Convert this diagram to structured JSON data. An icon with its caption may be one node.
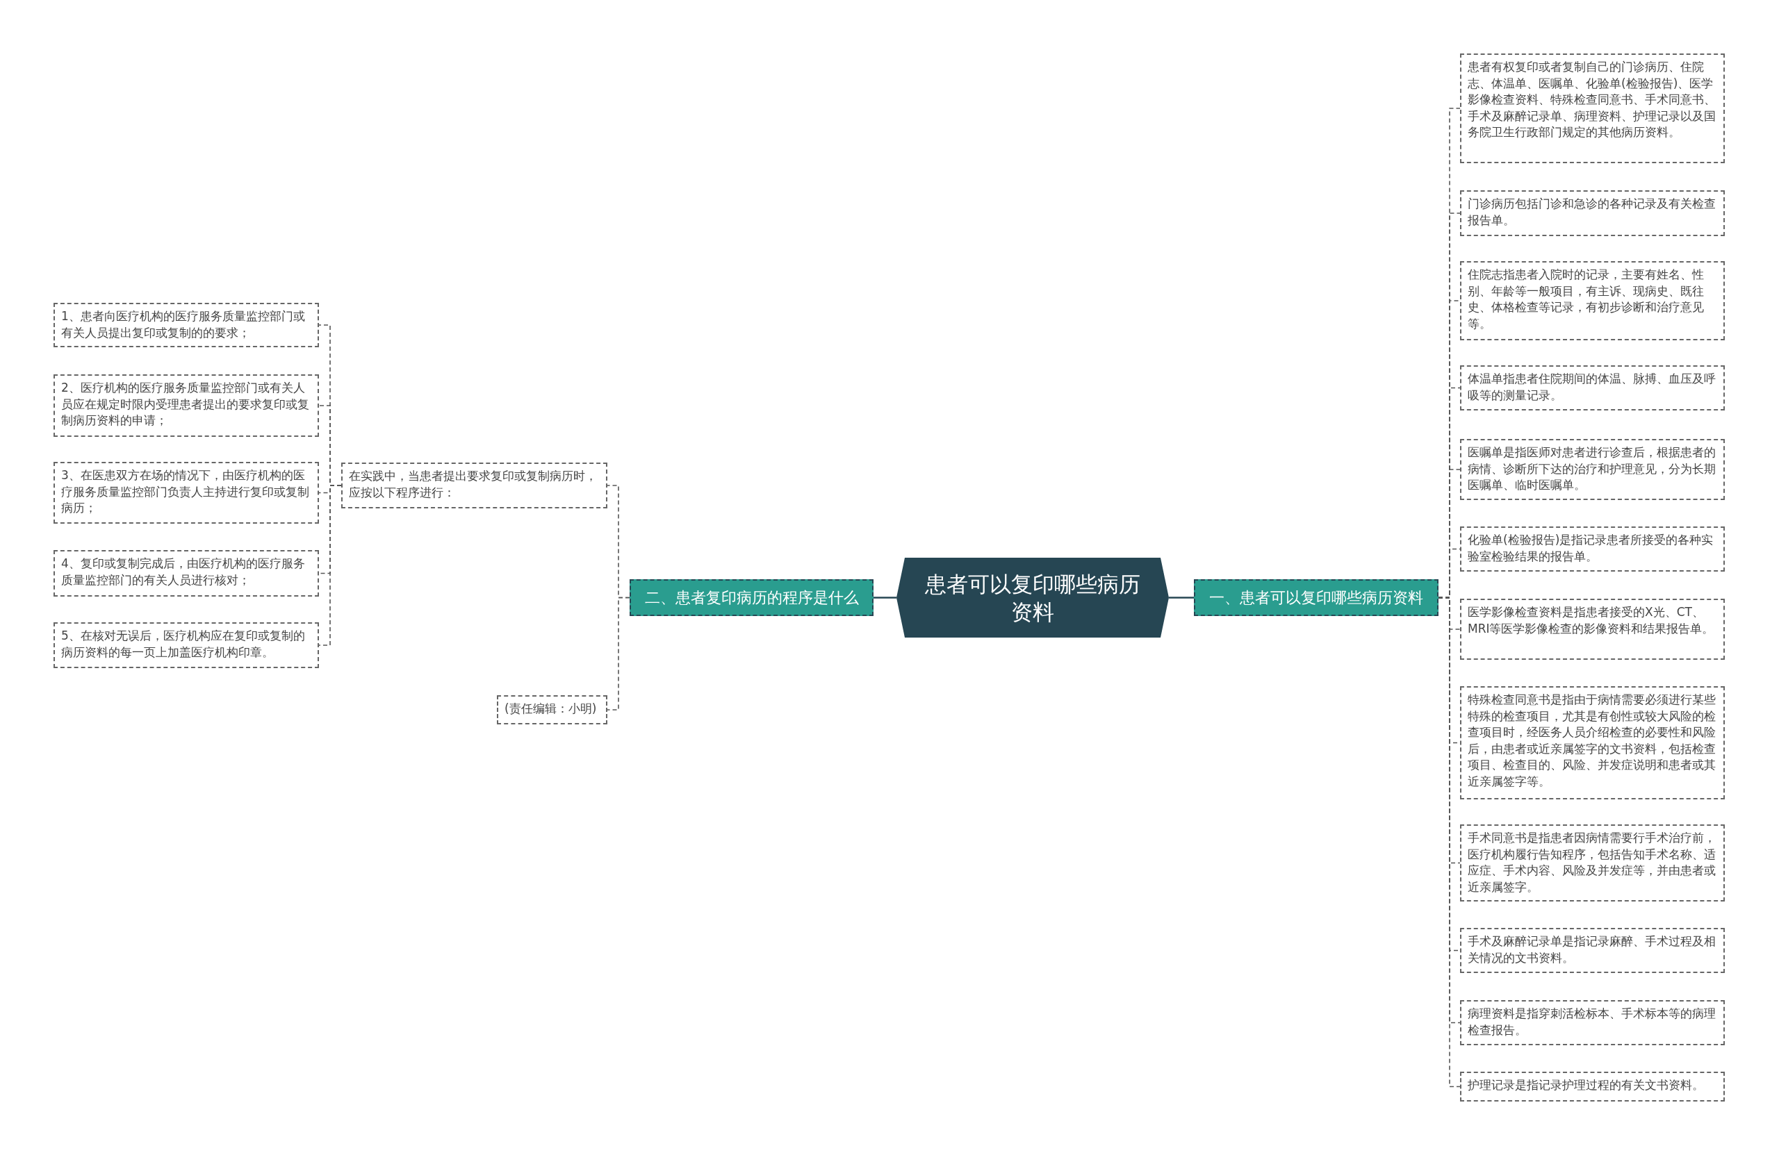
{
  "diagram": {
    "nodes": [
      {
        "text": [
          "患者可以复印哪些病历资料"
        ]
      },
      {
        "text": [
          "一、患者可以复印哪些病历资料"
        ]
      },
      {
        "text": [
          "患者有权复印或者复制自己的门诊病历、住院志、体温单、医嘱单、化验单(检验报告)、医学影像检查资料、特殊检查同意书、手术同意书、手术及麻醉记录单、病理资料、护理记录以及国务院卫生行政部门规定的其他病历资料。"
        ]
      },
      {
        "text": [
          "门诊病历包括门诊和急诊的各种记录及有关检查报告单。"
        ]
      },
      {
        "text": [
          "住院志指患者入院时的记录，主要有姓名、性别、年龄等一般项目，有主诉、现病史、既往史、体格检查等记录，有初步诊断和治疗意见等。"
        ]
      },
      {
        "text": [
          "体温单指患者住院期间的体温、脉搏、血压及呼吸等的测量记录。"
        ]
      },
      {
        "text": [
          "医嘱单是指医师对患者进行诊查后，根据患者的病情、诊断所下达的治疗和护理意见，分为长期医嘱单、临时医嘱单。"
        ]
      },
      {
        "text": [
          "化验单(检验报告)是指记录患者所接受的各种实验室检验结果的报告单。"
        ]
      },
      {
        "text": [
          "医学影像检查资料是指患者接受的X光、CT、MRI等医学影像检查的影像资料和结果报告单。"
        ]
      },
      {
        "text": [
          "特殊检查同意书是指由于病情需要必须进行某些特殊的检查项目，尤其是有创性或较大风险的检查项目时，经医务人员介绍检查的必要性和风险后，由患者或近亲属签字的文书资料，包括检查项目、检查目的、风险、并发症说明和患者或其近亲属签字等。"
        ]
      },
      {
        "text": [
          "手术同意书是指患者因病情需要行手术治疗前，医疗机构履行告知程序，包括告知手术名称、适应症、手术内容、风险及并发症等，并由患者或近亲属签字。"
        ]
      },
      {
        "text": [
          "手术及麻醉记录单是指记录麻醉、手术过程及相关情况的文书资料。"
        ]
      },
      {
        "text": [
          "病理资料是指穿刺活检标本、手术标本等的病理检查报告。"
        ]
      },
      {
        "text": [
          "护理记录是指记录护理过程的有关文书资料。"
        ]
      },
      {
        "text": [
          "二、患者复印病历的程序是什么"
        ]
      },
      {
        "text": [
          "在实践中，当患者提出要求复印或复制病历时，应按以下程序进行："
        ]
      },
      {
        "text": [
          "1、患者向医疗机构的医疗服务质量监控部门或有关人员提出复印或复制的的要求；"
        ]
      },
      {
        "text": [
          "2、医疗机构的医疗服务质量监控部门或有关人员应在规定时限内受理患者提出的要求复印或复制病历资料的申请；"
        ]
      },
      {
        "text": [
          "3、在医患双方在场的情况下，由医疗机构的医疗服务质量监控部门负责人主持进行复印或复制病历；"
        ]
      },
      {
        "text": [
          "4、复印或复制完成后，由医疗机构的医疗服务质量监控部门的有关人员进行核对；"
        ]
      },
      {
        "text": [
          "5、在核对无误后，医疗机构应在复印或复制的病历资料的每一页上加盖医疗机构印章。"
        ]
      },
      {
        "text": [
          "(责任编辑：小明)"
        ]
      }
    ],
    "edges": [
      {
        "from": 0,
        "to": 1,
        "arrow": "none"
      },
      {
        "from": 1,
        "to": 2,
        "arrow": "none",
        "style": "dashed"
      },
      {
        "from": 1,
        "to": 3,
        "arrow": "none",
        "style": "dashed"
      },
      {
        "from": 1,
        "to": 4,
        "arrow": "none",
        "style": "dashed"
      },
      {
        "from": 1,
        "to": 5,
        "arrow": "none",
        "style": "dashed"
      },
      {
        "from": 1,
        "to": 6,
        "arrow": "none",
        "style": "dashed"
      },
      {
        "from": 1,
        "to": 7,
        "arrow": "none",
        "style": "dashed"
      },
      {
        "from": 1,
        "to": 8,
        "arrow": "none",
        "style": "dashed"
      },
      {
        "from": 1,
        "to": 9,
        "arrow": "none",
        "style": "dashed"
      },
      {
        "from": 1,
        "to": 10,
        "arrow": "none",
        "style": "dashed"
      },
      {
        "from": 1,
        "to": 11,
        "arrow": "none",
        "style": "dashed"
      },
      {
        "from": 1,
        "to": 12,
        "arrow": "none",
        "style": "dashed"
      },
      {
        "from": 1,
        "to": 13,
        "arrow": "none",
        "style": "dashed"
      },
      {
        "from": 0,
        "to": 14,
        "arrow": "none"
      },
      {
        "from": 14,
        "to": 15,
        "arrow": "none",
        "style": "dashed"
      },
      {
        "from": 15,
        "to": 16,
        "arrow": "none",
        "style": "dashed"
      },
      {
        "from": 15,
        "to": 17,
        "arrow": "none",
        "style": "dashed"
      },
      {
        "from": 15,
        "to": 18,
        "arrow": "none",
        "style": "dashed"
      },
      {
        "from": 15,
        "to": 19,
        "arrow": "none",
        "style": "dashed"
      },
      {
        "from": 15,
        "to": 20,
        "arrow": "none",
        "style": "dashed"
      },
      {
        "from": 14,
        "to": 21,
        "arrow": "none",
        "style": "dashed"
      }
    ]
  }
}
